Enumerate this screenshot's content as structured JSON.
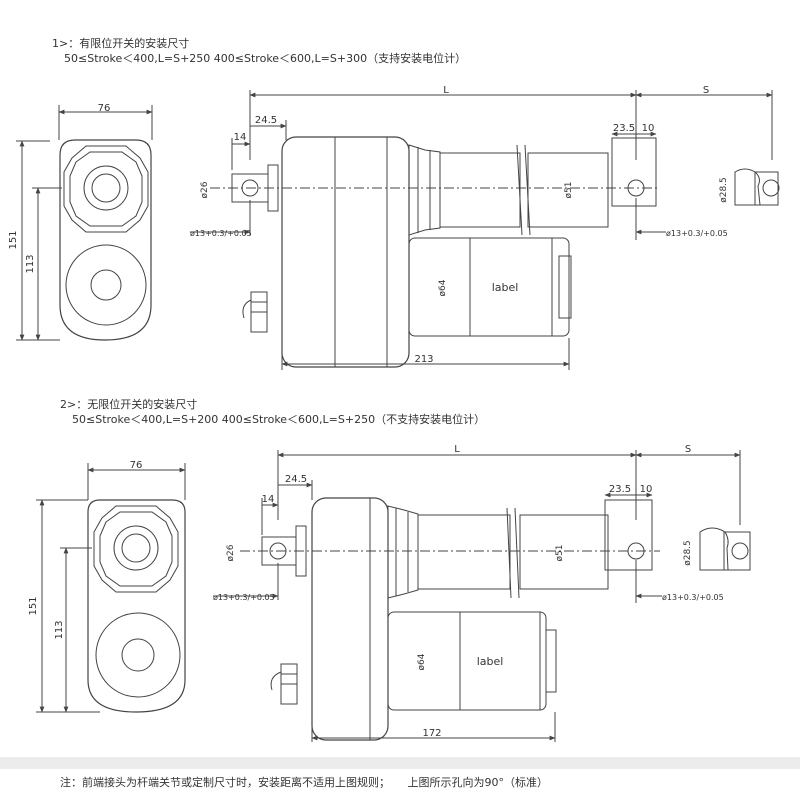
{
  "sections": [
    {
      "title": "1>：有限位开关的安装尺寸",
      "formula": "50≤Stroke＜400,L=S+250   400≤Stroke＜600,L=S+300（支持安装电位计）",
      "dims": {
        "front_width": "76",
        "front_height": "151",
        "front_center": "113",
        "L": "L",
        "S": "S",
        "d14": "14",
        "d24": "24.5",
        "d235": "23.5",
        "d10": "10",
        "phi26": "ø26",
        "phi51": "ø51",
        "phi64": "ø64",
        "phi285": "ø28.5",
        "hole": "ø13+0.3/+0.05",
        "label": "label",
        "length": "213"
      }
    },
    {
      "title": "2>：无限位开关的安装尺寸",
      "formula": "50≤Stroke＜400,L=S+200   400≤Stroke＜600,L=S+250（不支持安装电位计）",
      "dims": {
        "front_width": "76",
        "front_height": "151",
        "front_center": "113",
        "L": "L",
        "S": "S",
        "d14": "14",
        "d24": "24.5",
        "d235": "23.5",
        "d10": "10",
        "phi26": "ø26",
        "phi51": "ø51",
        "phi64": "ø64",
        "phi285": "ø28.5",
        "hole": "ø13+0.3/+0.05",
        "label": "label",
        "length": "172"
      }
    }
  ],
  "footer": {
    "note1": "注：前端接头为杆端关节或定制尺寸时，安装距离不适用上图规则；",
    "note2": "上图所示孔向为90°（标准）"
  }
}
